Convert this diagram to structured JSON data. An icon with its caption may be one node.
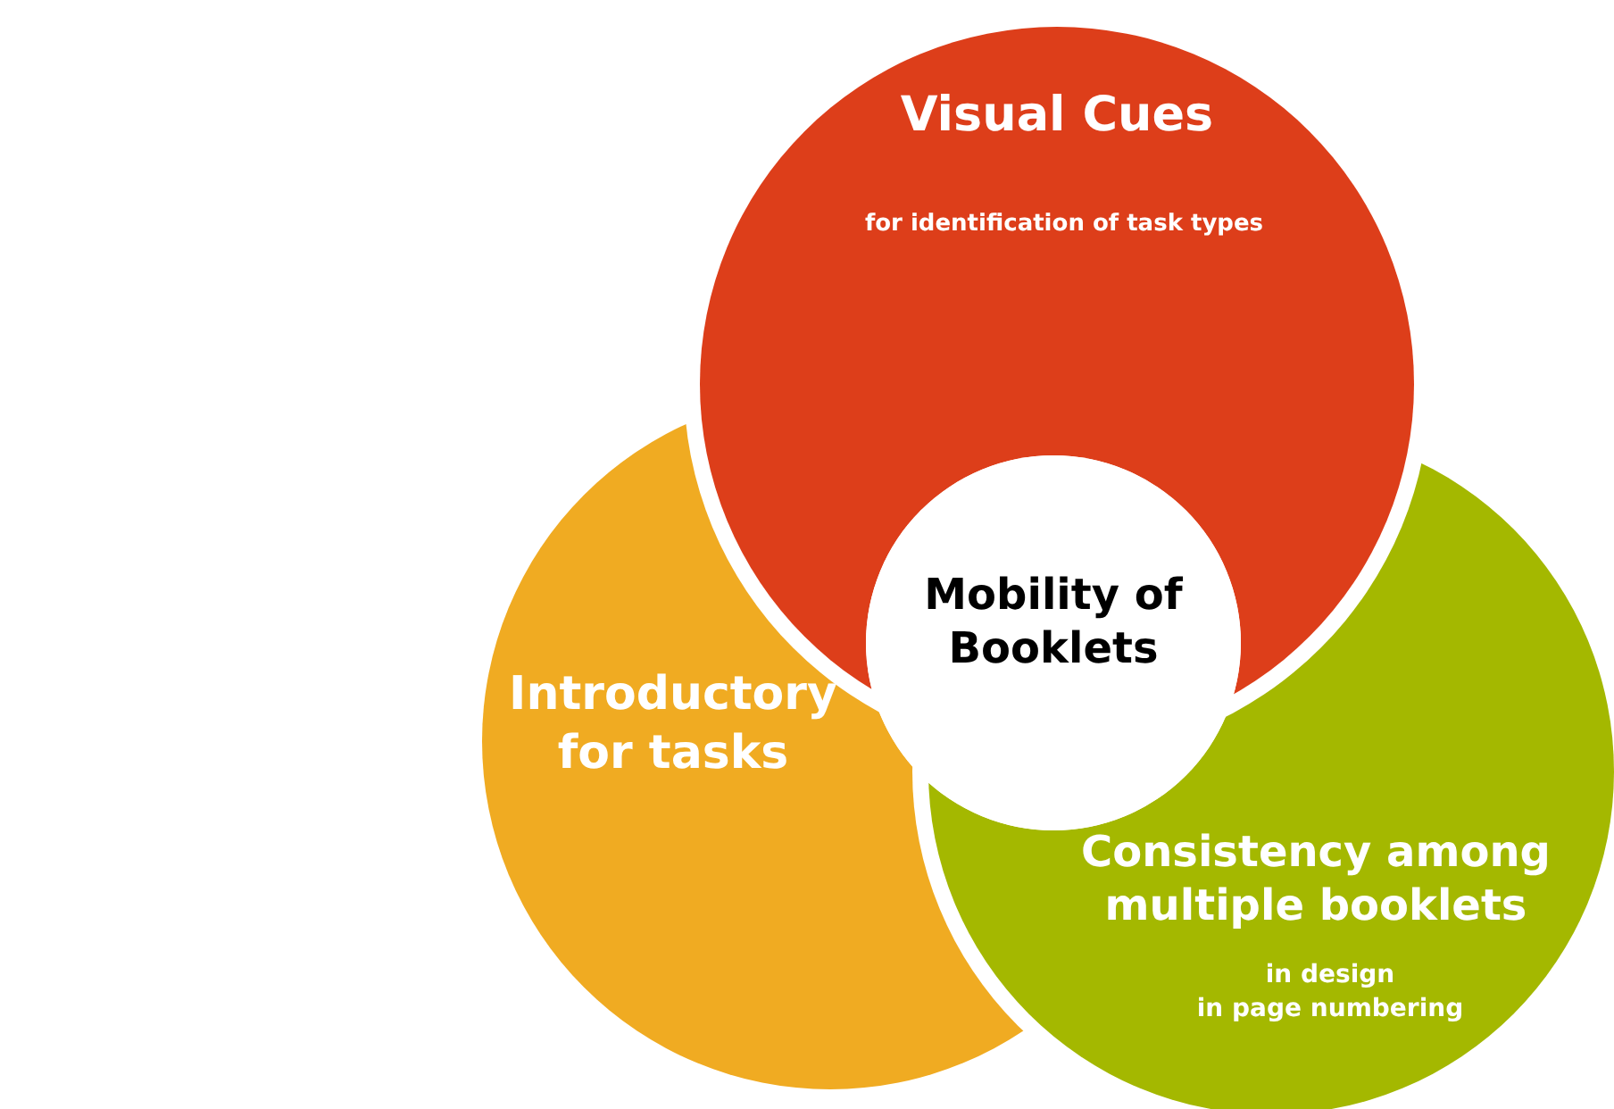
{
  "diagram": {
    "nodes": [
      {
        "text": [
          "Visual Cues",
          "for identification of task types"
        ]
      },
      {
        "text": [
          "Mobility of Booklets"
        ]
      },
      {
        "text": [
          "Introductory for tasks"
        ]
      },
      {
        "text": [
          "Consistency among multiple booklets",
          "in design",
          "in page numbering"
        ]
      }
    ]
  }
}
